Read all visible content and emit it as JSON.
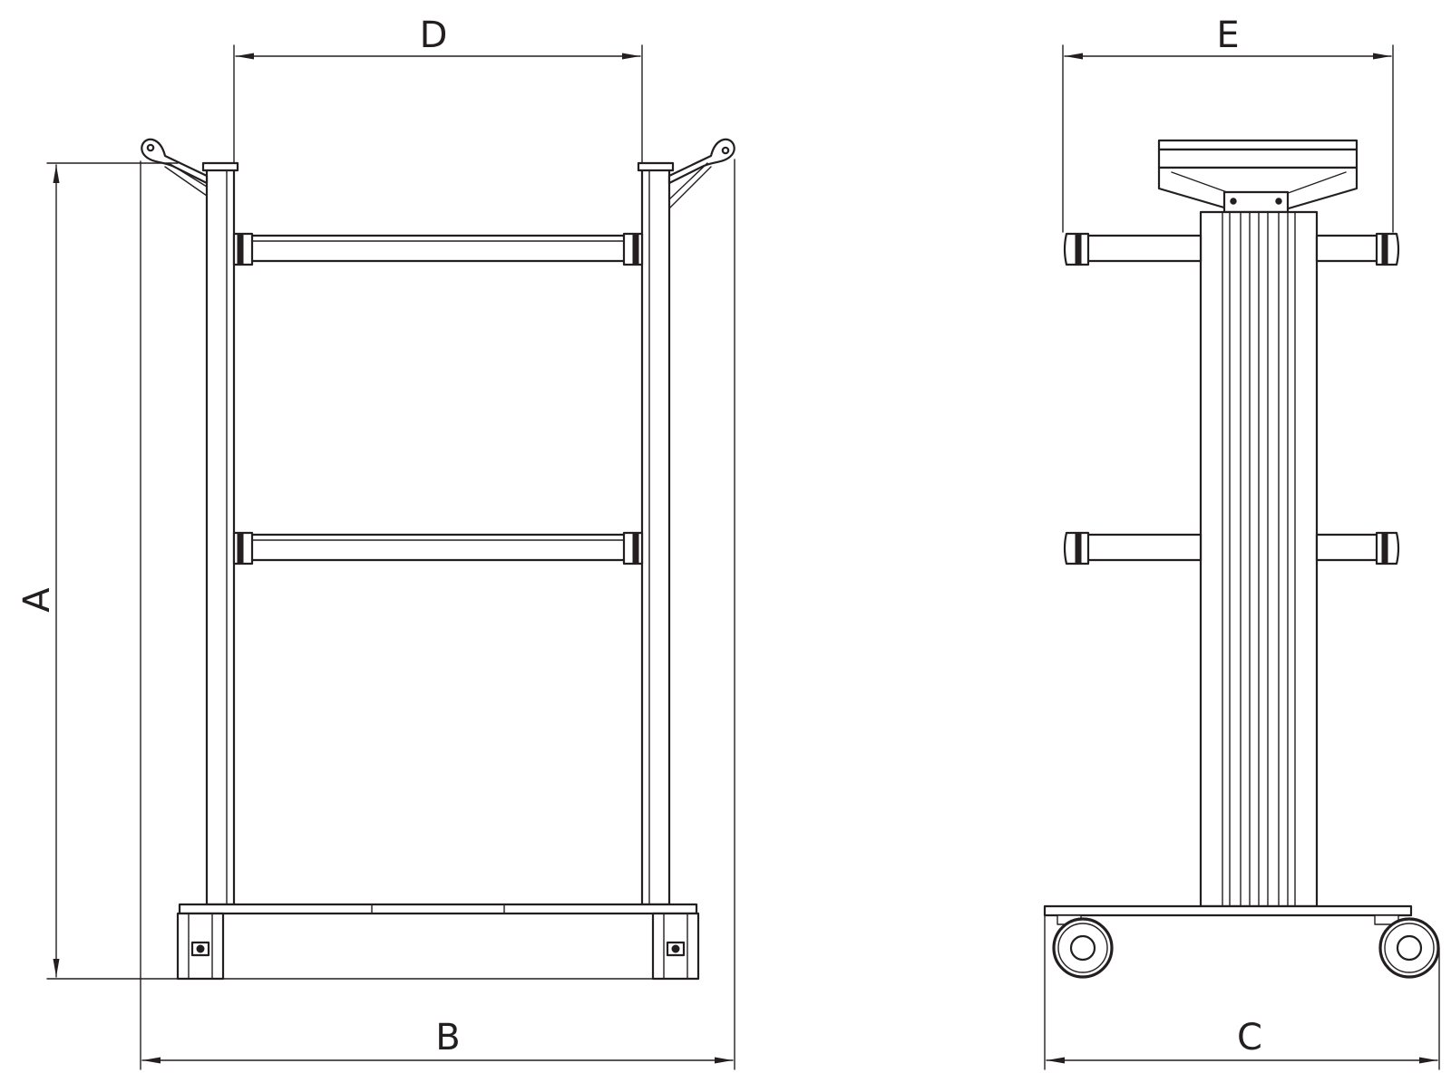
{
  "dimensions": {
    "height_label": "A",
    "front_width_label": "B",
    "side_width_label": "C",
    "rail_span_label": "D",
    "arm_span_label": "E"
  }
}
